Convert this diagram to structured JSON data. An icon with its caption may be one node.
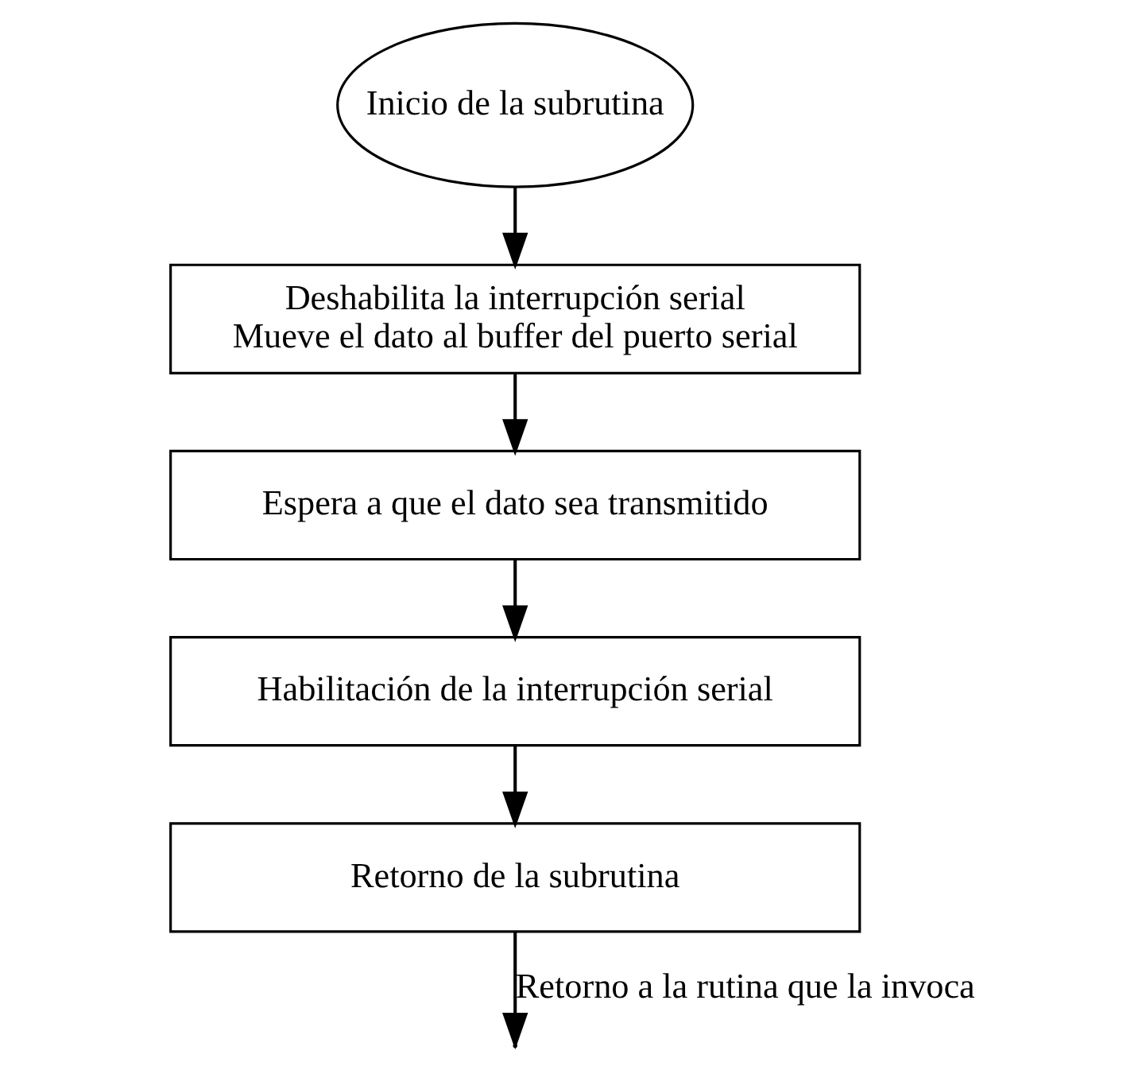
{
  "diagram": {
    "nodes": [
      {
        "text": [
          "Inicio de la subrutina"
        ]
      },
      {
        "text": [
          "Deshabilita la interrupción serial",
          "Mueve el dato al buffer del puerto serial"
        ]
      },
      {
        "text": [
          "Espera a que el dato sea transmitido"
        ]
      },
      {
        "text": [
          "Habilitación de la interrupción serial"
        ]
      },
      {
        "text": [
          "Retorno de la subrutina"
        ]
      }
    ],
    "edges": [
      {
        "from": 0,
        "to": 1,
        "arrow": "to"
      },
      {
        "from": 1,
        "to": 2,
        "arrow": "to"
      },
      {
        "from": 2,
        "to": 3,
        "arrow": "to"
      },
      {
        "from": 3,
        "to": 4,
        "arrow": "to"
      },
      {
        "from": 4,
        "to": null,
        "arrow": "to",
        "label": "Retorno a la rutina que la invoca"
      }
    ]
  }
}
